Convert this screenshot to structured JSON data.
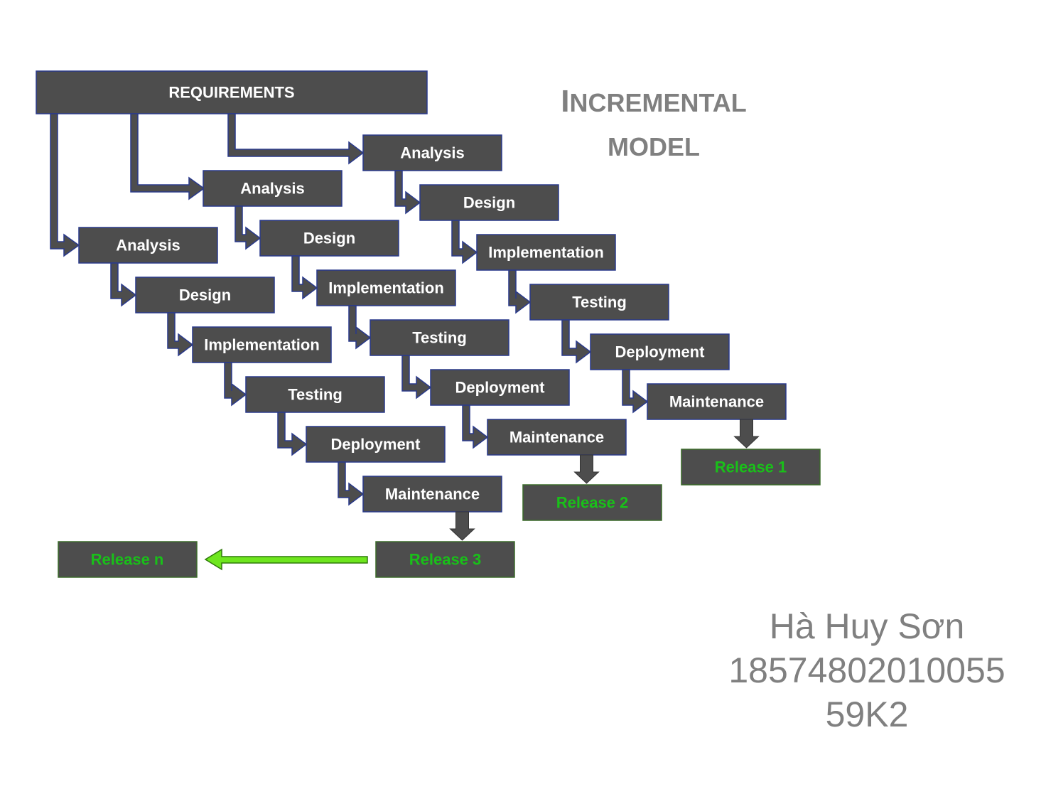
{
  "title": {
    "initial": "I",
    "rest": "NCREMENTAL",
    "line2": "MODEL"
  },
  "requirements": "REQUIREMENTS",
  "increments": [
    {
      "phases": [
        "Analysis",
        "Design",
        "Implementation",
        "Testing",
        "Deployment",
        "Maintenance"
      ],
      "release": "Release 3"
    },
    {
      "phases": [
        "Analysis",
        "Design",
        "Implementation",
        "Testing",
        "Deployment",
        "Maintenance"
      ],
      "release": "Release 2"
    },
    {
      "phases": [
        "Analysis",
        "Design",
        "Implementation",
        "Testing",
        "Deployment",
        "Maintenance"
      ],
      "release": "Release 1"
    }
  ],
  "release_n": "Release n",
  "author": {
    "name": "Hà Huy Sơn",
    "id": "18574802010055",
    "class": "59K2"
  },
  "colors": {
    "box": "#4d4d4d",
    "box_border": "#2a3a8c",
    "release_text": "#19c019",
    "title_text": "#808080",
    "arrow_green": "#6ee61e"
  }
}
